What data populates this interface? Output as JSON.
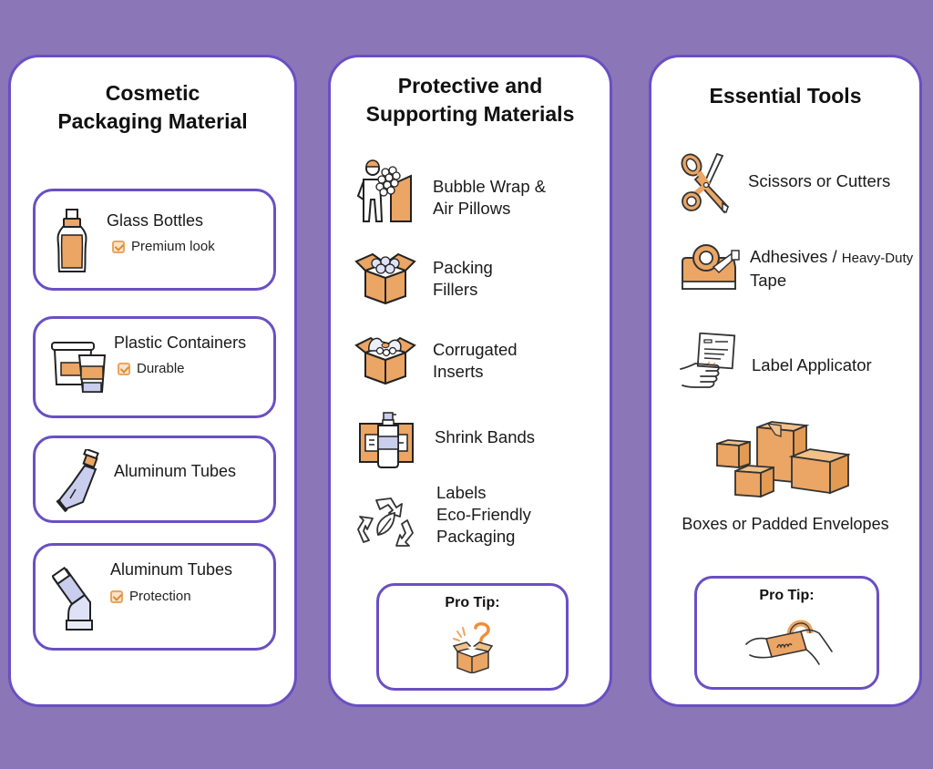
{
  "colors": {
    "background": "#8b76b7",
    "border": "#6a4fc4",
    "accent_orange": "#eba564",
    "accent_lavender": "#c9cdee"
  },
  "columns": [
    {
      "title": "Cosmetic\nPackaging Material",
      "cards": [
        {
          "name": "Glass Bottles",
          "feature": "Premium look",
          "icon": "glass-bottle-icon"
        },
        {
          "name": "Plastic Containers",
          "feature": "Durable",
          "icon": "plastic-container-icon"
        },
        {
          "name": "Aluminum Tubes",
          "feature": "",
          "icon": "aluminum-tube-icon"
        },
        {
          "name": "Aluminum Tubes",
          "feature": "Protection",
          "icon": "angled-tube-icon"
        }
      ]
    },
    {
      "title": "Protective and\nSupporting Materials",
      "items": [
        {
          "label": "Bubble Wrap &\nAir Pillows",
          "icon": "bubble-wrap-worker-icon"
        },
        {
          "label": "Packing\nFillers",
          "icon": "filled-box-icon"
        },
        {
          "label": "Corrugated\nInserts",
          "icon": "corrugated-box-icon"
        },
        {
          "label": "Shrink Bands",
          "icon": "shrink-band-bottle-icon"
        },
        {
          "label": "Labels\nEco-Friendly\nPackaging",
          "icon": "recycle-leaf-icon"
        }
      ],
      "pro_tip": {
        "label": "Pro Tip:",
        "icon": "mystery-box-icon"
      }
    },
    {
      "title": "Essential Tools",
      "items": [
        {
          "label": "Scissors or Cutters",
          "icon": "scissors-icon"
        },
        {
          "label_main": "Adhesives / ",
          "label_small": "Heavy-Duty",
          "label_line2": "Tape",
          "icon": "tape-dispenser-icon"
        },
        {
          "label": "Label Applicator",
          "icon": "label-hand-icon"
        },
        {
          "label": "Boxes or Padded Envelopes",
          "icon": "boxes-icon"
        }
      ],
      "pro_tip": {
        "label": "Pro Tip:",
        "icon": "tape-hands-icon"
      }
    }
  ]
}
